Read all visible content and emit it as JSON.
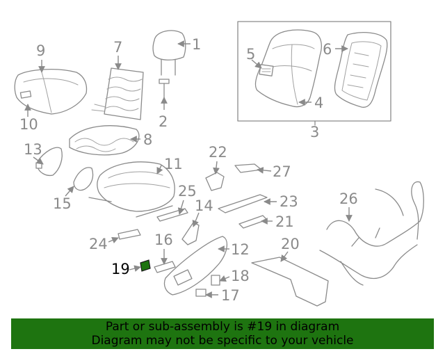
{
  "diagram": {
    "highlighted_part": "19",
    "labels": [
      "1",
      "2",
      "3",
      "4",
      "5",
      "6",
      "7",
      "8",
      "9",
      "10",
      "11",
      "12",
      "13",
      "14",
      "15",
      "16",
      "17",
      "18",
      "19",
      "20",
      "21",
      "22",
      "23",
      "24",
      "25",
      "26",
      "27"
    ]
  },
  "banner": {
    "line1": "Part or sub-assembly is #19 in diagram",
    "line2": "Diagram may not be specific to your vehicle"
  },
  "colors": {
    "line": "#8a8a8a",
    "highlight": "#1e7410",
    "banner_bg": "#1e7410"
  }
}
